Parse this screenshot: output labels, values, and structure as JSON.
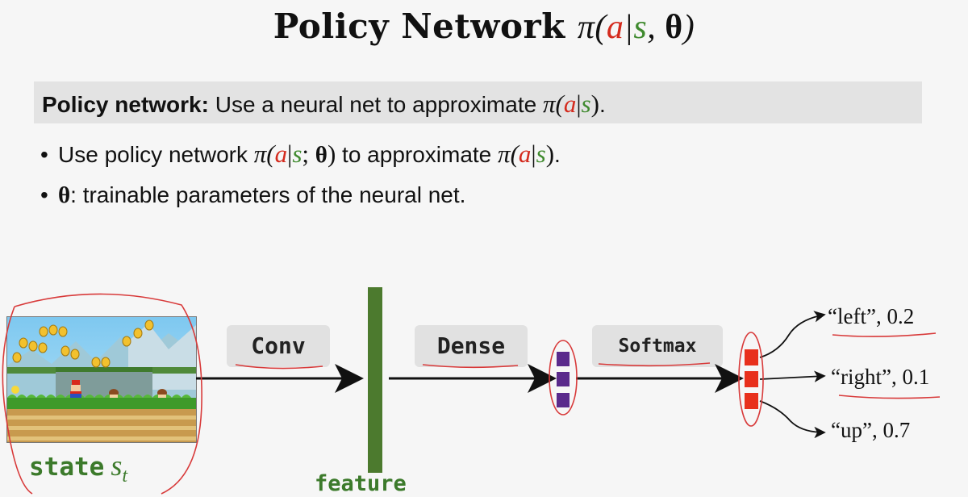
{
  "title": {
    "text": "Policy Network",
    "pi": "π(",
    "a": "a",
    "bar": "|",
    "s": "s",
    "comma": ", ",
    "theta": "θ",
    "close": ")"
  },
  "definition": {
    "bold_label": "Policy network:",
    "text": " Use a neural net to approximate ",
    "pi": "π(",
    "a": "a",
    "bar": "|",
    "s": "s",
    "close": ")",
    "period": "."
  },
  "bullets": [
    {
      "dot": "•",
      "pre": "Use policy network ",
      "pi": "π(",
      "a": "a",
      "bar": "|",
      "s": "s",
      "semi": "; ",
      "theta": "θ",
      "close": ")",
      "mid": " to approximate ",
      "pi2": "π(",
      "a2": "a",
      "bar2": "|",
      "s2": "s",
      "close2": ")",
      "end": "."
    },
    {
      "dot": "•",
      "theta": "θ",
      "text": ": trainable parameters of the neural net."
    }
  ],
  "diagram": {
    "state_word": "state",
    "state_var": "s",
    "state_sub": "t",
    "feature_label": "feature",
    "ops": [
      "Conv",
      "Dense",
      "Softmax"
    ],
    "outputs": [
      {
        "label": "“left”, 0.2",
        "prob": 0.2
      },
      {
        "label": "“right”, 0.1",
        "prob": 0.1
      },
      {
        "label": "“up”, 0.7",
        "prob": 0.7
      }
    ],
    "colors": {
      "feature_bar": "#4c7a2e",
      "dense_units": "#5a2a8c",
      "softmax_units": "#e8301c",
      "annotation": "#d83a3a"
    }
  }
}
